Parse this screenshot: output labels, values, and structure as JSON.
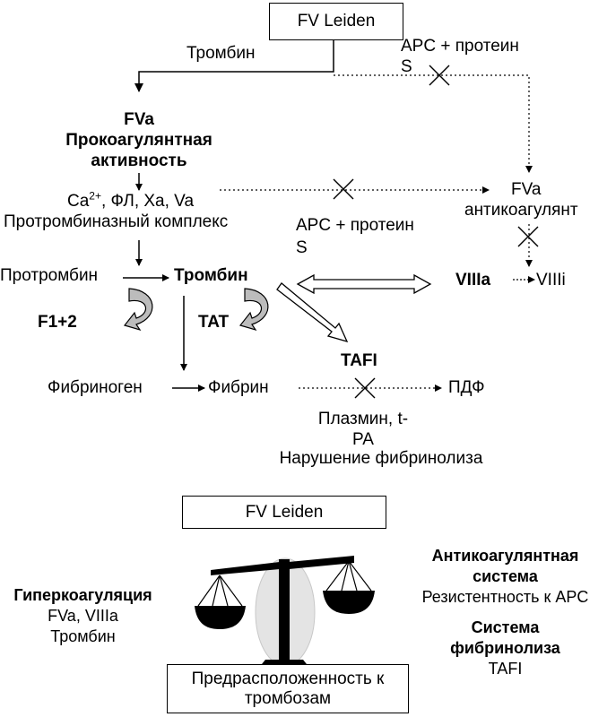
{
  "top": {
    "fv_leiden": "FV Leiden",
    "thrombin_label": "Тромбин",
    "apc_line1": "APC + протеин",
    "apc_line2": "S",
    "fva": "FVa",
    "procoag_1": "Прокоагулянтная",
    "procoag_2": "активность",
    "ca": "Ca",
    "ca_sup": "2+",
    "ca_rest": ", ФЛ, Xa, Va",
    "prothrombinase": "Протромбиназный комплекс",
    "apc2_line1": "APC + протеин",
    "apc2_line2": "S",
    "fva_right": "FVa",
    "anticoag": "антикоагулянт",
    "prothrombin": "Протромбин",
    "thrombin_center": "Тромбин",
    "viiia": "VIIIa",
    "viiii": "VIIIi",
    "f12": "F1+2",
    "tat": "TAT",
    "tafi": "TAFI",
    "fibrinogen": "Фибриноген",
    "fibrin": "Фибрин",
    "pdf": "ПДФ",
    "plasmin_1": "Плазмин, t-",
    "plasmin_2": "PA",
    "fibrinolysis_disorder": "Нарушение фибринолиза"
  },
  "bottom": {
    "fv_leiden": "FV Leiden",
    "hyper_title": "Гиперкоагуляция",
    "hyper_l1": "FVa, VIIIa",
    "hyper_l2": "Тромбин",
    "anti_title_1": "Антикоагулянтная",
    "anti_title_2": "система",
    "anti_text": "Резистентность к APC",
    "fib_title_1": "Система",
    "fib_title_2": "фибринолиза",
    "fib_text": "TAFI",
    "predisp_1": "Предрасположенность к",
    "predisp_2": "тромбозам"
  }
}
